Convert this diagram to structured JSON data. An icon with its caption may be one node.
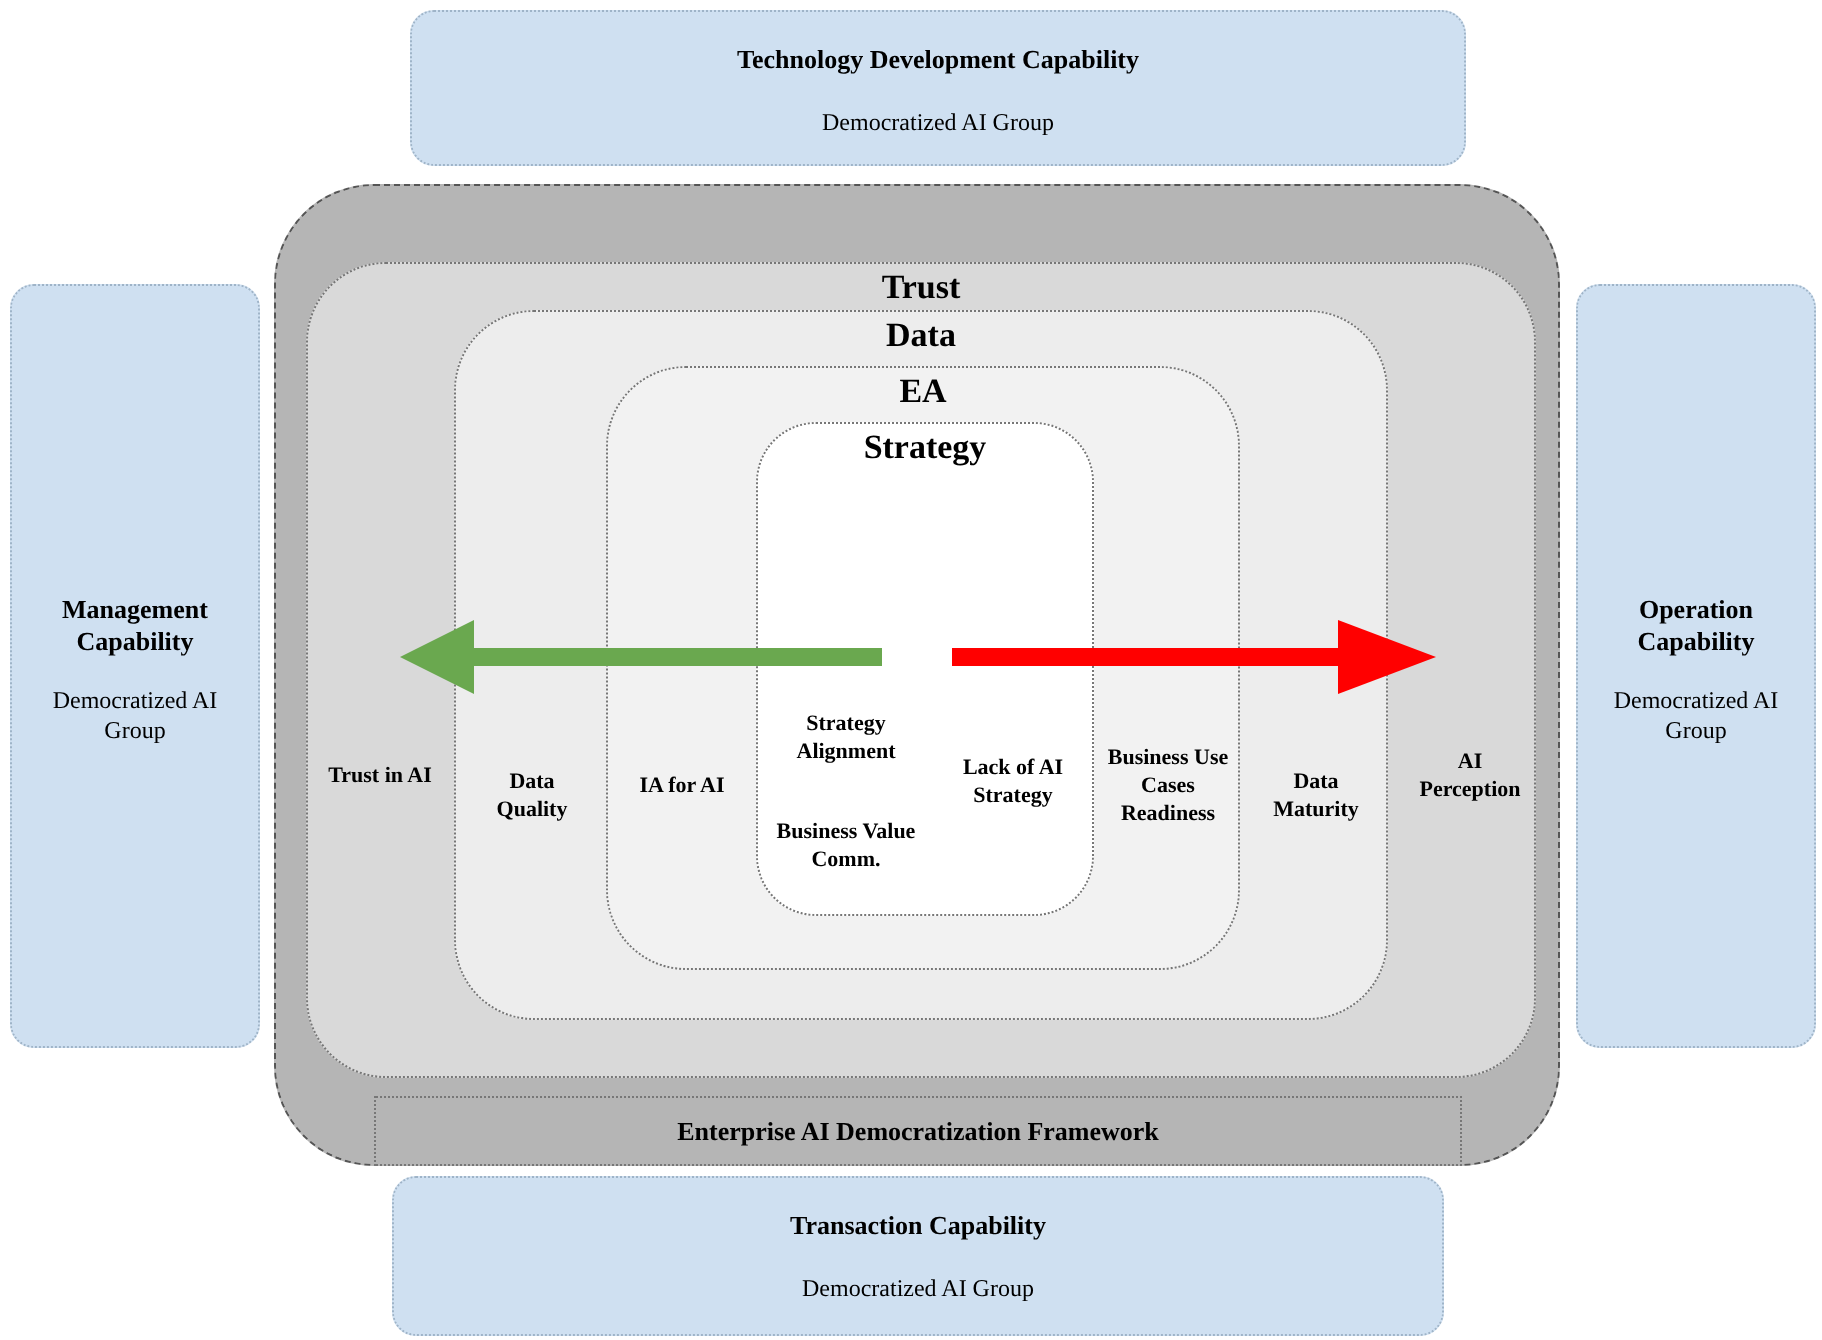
{
  "diagram": {
    "nodes": [
      {
        "text": [
          "Technology Development Capability",
          "Democratized AI Group"
        ]
      },
      {
        "text": [
          "Management Capability",
          "Democratized AI Group"
        ]
      },
      {
        "text": [
          "Operation Capability",
          "Democratized AI Group"
        ]
      },
      {
        "text": [],
        "shape": "box"
      },
      {
        "text": [
          "Enterprise AI Democratization Framework"
        ],
        "in": 3
      },
      {
        "text": [
          "Trust",
          "Trust in AI",
          "AI Perception"
        ],
        "in": 3
      },
      {
        "text": [
          "Data",
          "Data Quality",
          "Data Maturity"
        ],
        "in": 5
      },
      {
        "text": [
          "EA",
          "IA for AI",
          "Business Use Cases Readiness"
        ],
        "in": 6
      },
      {
        "text": [
          "Strategy",
          "Strategy Alignment",
          "Business Value Comm.",
          "Lack of AI Strategy"
        ],
        "in": 7
      },
      {
        "text": [
          "Transaction Capability",
          "Democratized AI Group"
        ]
      }
    ]
  }
}
